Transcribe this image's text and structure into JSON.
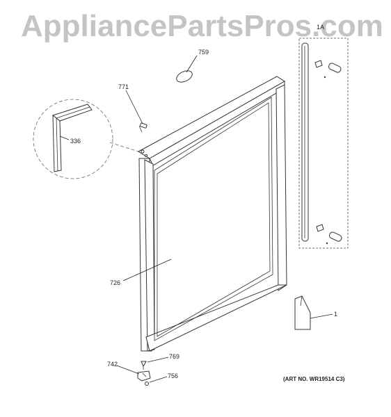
{
  "watermark": "AppliancePartsPros.com",
  "labels": {
    "p759": "759",
    "p771": "771",
    "p336": "336",
    "p726": "726",
    "p1": "1",
    "p769": "769",
    "p742": "742",
    "p756": "756",
    "p1a": "1A"
  },
  "art_number": "(ART NO. WR19514 C3)"
}
